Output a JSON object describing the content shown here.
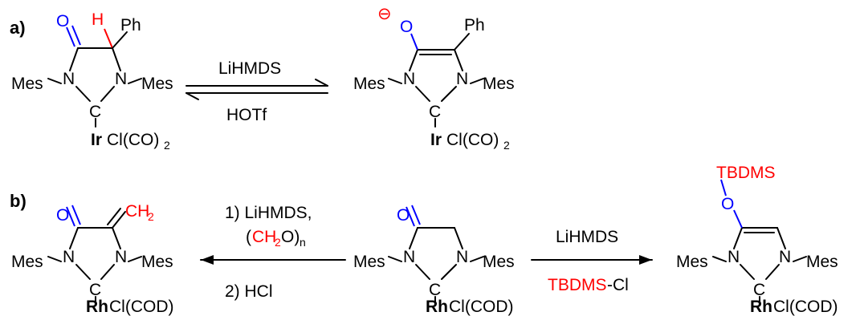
{
  "panel_a": {
    "label": "a)",
    "reactant": {
      "O": "O",
      "H": "H",
      "Ph": "Ph",
      "Mes": "Mes",
      "N": "N",
      "C": "C",
      "metal": "Ir",
      "ligands": "Cl(CO)",
      "sub": "2"
    },
    "reagent_forward": "LiHMDS",
    "reagent_reverse": "HOTf",
    "product": {
      "charge": "⊖",
      "O": "O",
      "Ph": "Ph",
      "Mes": "Mes",
      "N": "N",
      "C": "C",
      "metal": "Ir",
      "ligands": "Cl(CO)",
      "sub": "2"
    }
  },
  "panel_b": {
    "label": "b)",
    "left_product": {
      "O": "O",
      "CH": "CH",
      "sub": "2",
      "Mes": "Mes",
      "N": "N",
      "C": "C",
      "metal": "Rh",
      "ligands": "Cl(COD)"
    },
    "left_step1": "1) LiHMDS,",
    "left_step1b_open": "(",
    "left_step1b_ch": "CH",
    "left_step1b_sub": "2",
    "left_step1b_o": "O)",
    "left_step1b_n": "n",
    "left_step2": "2) HCl",
    "center": {
      "O": "O",
      "Mes": "Mes",
      "N": "N",
      "C": "C",
      "metal": "Rh",
      "ligands": "Cl(COD)"
    },
    "right_reagent_top": "LiHMDS",
    "right_reagent_red": "TBDMS",
    "right_reagent_black": "-Cl",
    "right_product": {
      "silyl": "TBDMS",
      "O": "O",
      "Mes": "Mes",
      "N": "N",
      "C": "C",
      "metal": "Rh",
      "ligands": "Cl(COD)"
    }
  },
  "colors": {
    "heteroatom": "#0000ff",
    "highlight": "#ff0000",
    "ink": "#000000"
  }
}
